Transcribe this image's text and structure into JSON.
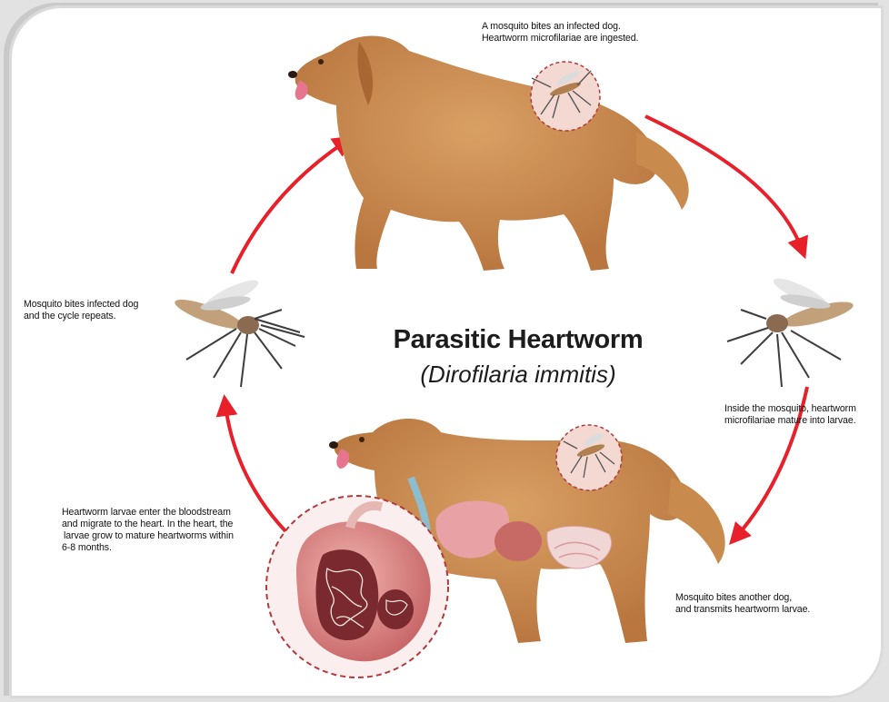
{
  "title": "Parasitic Heartworm",
  "subtitle": "(Dirofilaria immitis)",
  "steps": [
    {
      "line1": "A mosquito bites an infected dog.",
      "line2": "Heartworm microfilariae are ingested."
    },
    {
      "line1": "Inside the mosquito, heartworm",
      "line2": "microfilariae mature into larvae."
    },
    {
      "line1": "Mosquito bites another dog,",
      "line2": "and transmits heartworm larvae."
    },
    {
      "line1": "Heartworm larvae enter the bloodstream",
      "line2": "and migrate to the heart. In the heart, the",
      "line3": "larvae grow to mature heartworms within",
      "line4": "6-8 months."
    },
    {
      "line1": "Mosquito bites infected dog",
      "line2": "and the cycle repeats."
    }
  ],
  "colors": {
    "arrow": "#e8202a",
    "dog_fur": "#c98a4e",
    "heart": "#d9888a"
  },
  "icons": [
    "dog-illustration",
    "mosquito-illustration",
    "heart-illustration",
    "cycle-arrow"
  ]
}
